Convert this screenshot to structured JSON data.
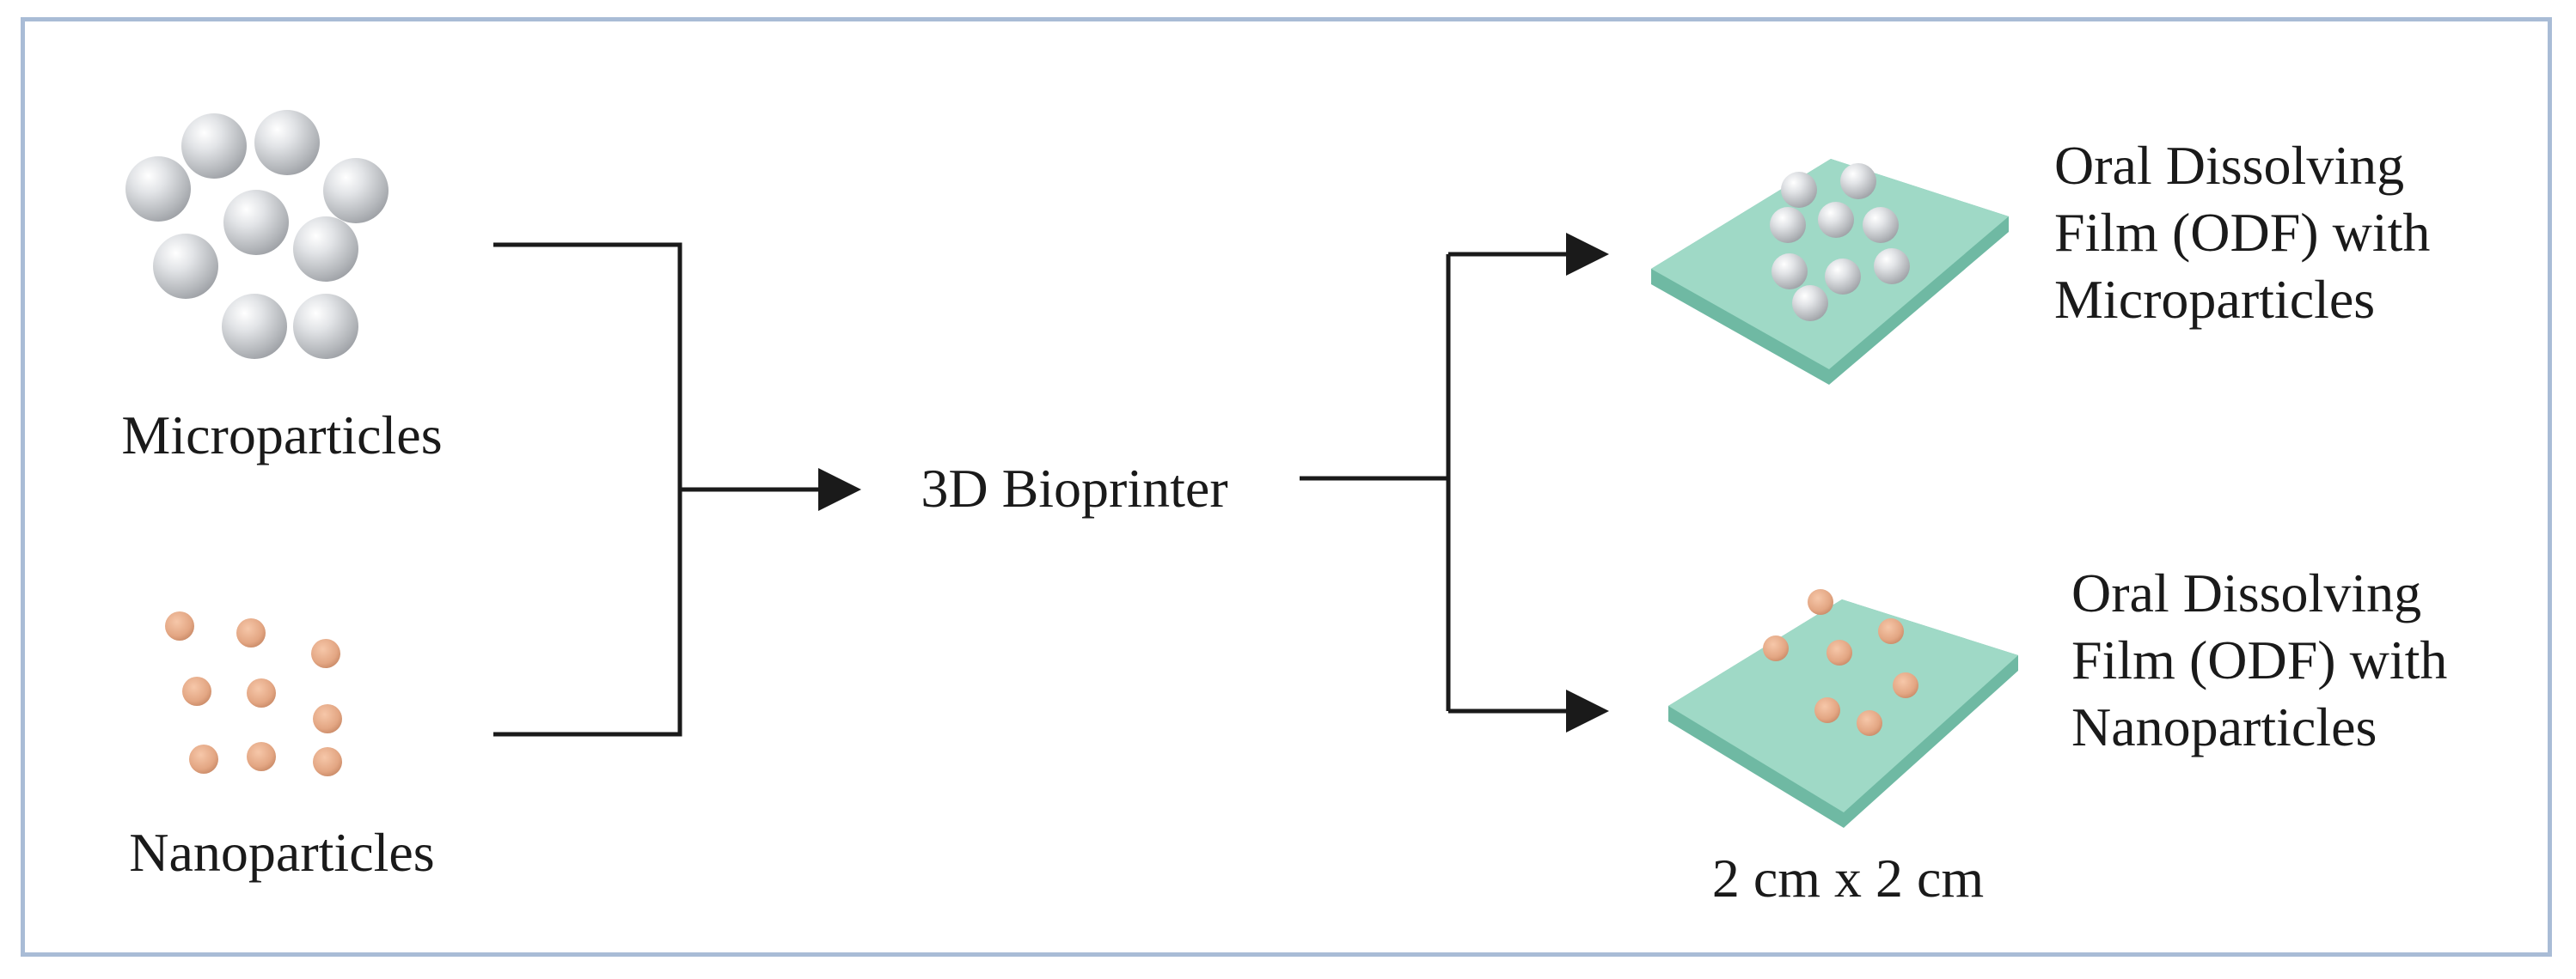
{
  "inputs": {
    "microparticles": {
      "label": "Microparticles",
      "color": "#c8cacd"
    },
    "nanoparticles": {
      "label": "Nanoparticles",
      "color": "#e3a683"
    }
  },
  "process": {
    "label": "3D Bioprinter"
  },
  "outputs": {
    "odf_micro": {
      "line1": "Oral Dissolving",
      "line2": "Film (ODF) with",
      "line3": "Microparticles"
    },
    "odf_nano": {
      "line1": "Oral Dissolving",
      "line2": "Film (ODF) with",
      "line3": "Nanoparticles"
    },
    "dimension": "2 cm x 2 cm"
  },
  "colors": {
    "film_top": "#9fd9c6",
    "film_side": "#6fb9a3",
    "frame_border": "#a9bcd6",
    "arrow": "#1a1a1a"
  }
}
